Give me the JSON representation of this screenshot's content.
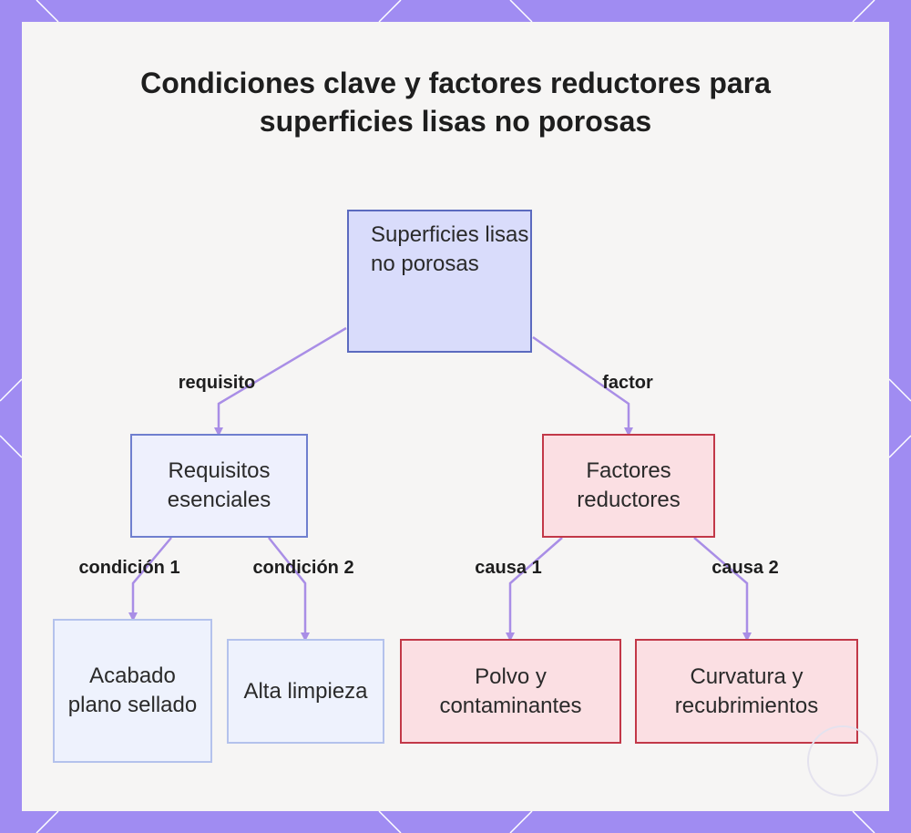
{
  "title": "Condiciones clave y factores reductores para superficies lisas no porosas",
  "colors": {
    "frame": "#a08cf2",
    "edge": "#a98ee6",
    "blue_border": "#5b6abf",
    "red_border": "#c23848"
  },
  "nodes": {
    "root": "Superficies lisas no porosas",
    "requisitos": "Requisitos esenciales",
    "factores": "Factores reductores",
    "acabado": "Acabado plano sellado",
    "limpieza": "Alta limpieza",
    "polvo": "Polvo y contaminantes",
    "curvatura": "Curvatura y recubrimientos"
  },
  "edges": {
    "requisito": "requisito",
    "factor": "factor",
    "condicion1": "condición 1",
    "condicion2": "condición 2",
    "causa1": "causa 1",
    "causa2": "causa 2"
  }
}
